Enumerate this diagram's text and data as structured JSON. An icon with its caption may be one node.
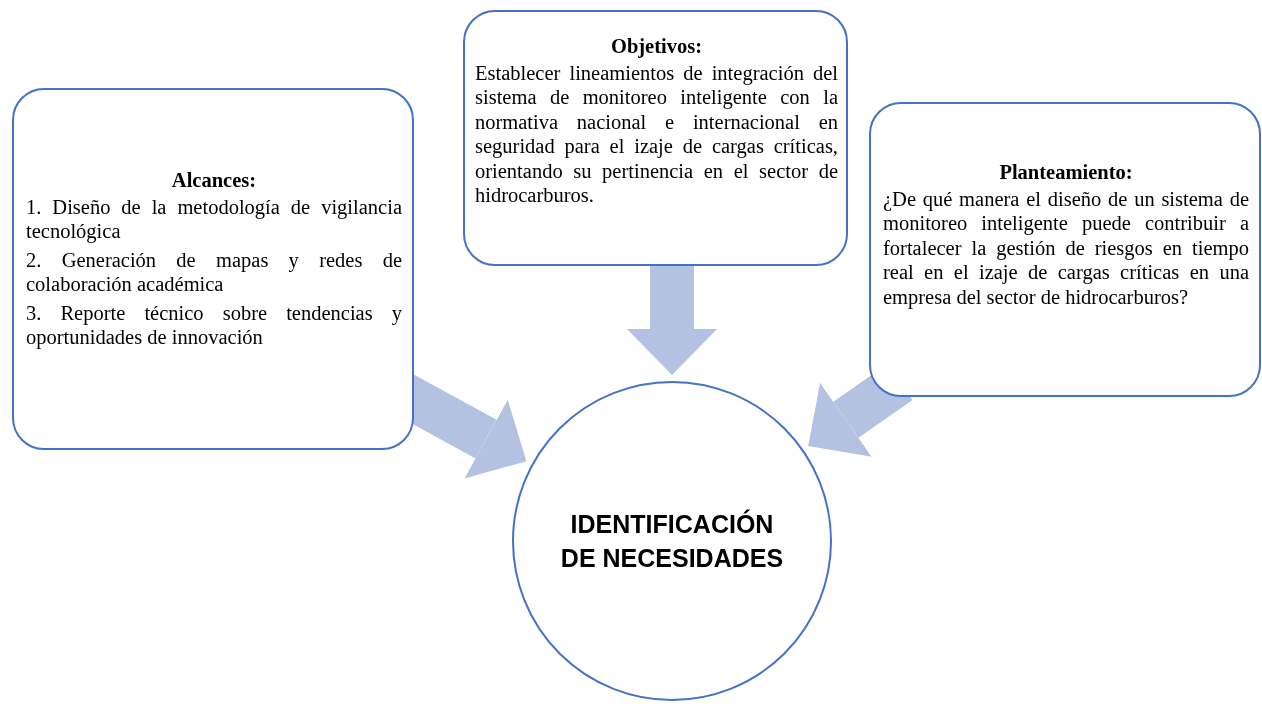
{
  "diagram": {
    "nodes": [
      {
        "text": [
          "Alcances:",
          "1. Diseño de la metodología de vigilancia tecnológica",
          "2. Generación de mapas y redes de colaboración académica",
          "3. Reporte técnico sobre tendencias y oportunidades de innovación"
        ]
      },
      {
        "text": [
          "Objetivos:",
          "Establecer lineamientos de integración del sistema de monitoreo inteligente con la normativa nacional e internacional en seguridad para el izaje de cargas críticas, orientando su pertinencia en el sector de hidrocarburos."
        ]
      },
      {
        "text": [
          "Planteamiento:",
          "¿De qué manera el diseño de un sistema de monitoreo inteligente puede contribuir a fortalecer la gestión de riesgos en tiempo real en el izaje de cargas críticas en una empresa del sector de hidrocarburos?"
        ]
      },
      {
        "text": [
          "IDENTIFICACIÓN DE NECESIDADES"
        ]
      }
    ],
    "edges": [
      {
        "from": 0,
        "to": 3,
        "arrow": "to"
      },
      {
        "from": 1,
        "to": 3,
        "arrow": "to"
      },
      {
        "from": 2,
        "to": 3,
        "arrow": "to"
      }
    ]
  }
}
